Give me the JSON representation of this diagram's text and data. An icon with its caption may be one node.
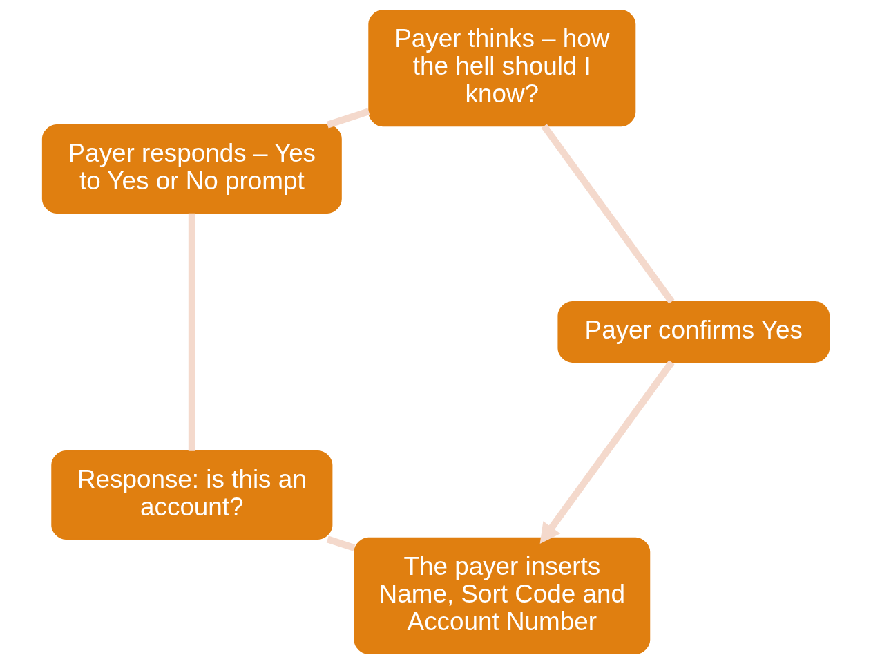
{
  "diagram": {
    "nodes": [
      {
        "text": [
          "The payer inserts Name, Sort Code and Account Number"
        ]
      },
      {
        "text": [
          "Response: is this an account?"
        ]
      },
      {
        "text": [
          "Payer responds – Yes to Yes or No prompt"
        ]
      },
      {
        "text": [
          "Payer thinks – how the hell should I know?"
        ]
      },
      {
        "text": [
          "Payer confirms Yes"
        ]
      }
    ],
    "edges": [
      {
        "from": 0,
        "to": 1,
        "arrow": "none"
      },
      {
        "from": 1,
        "to": 2,
        "arrow": "none"
      },
      {
        "from": 2,
        "to": 3,
        "arrow": "none"
      },
      {
        "from": 3,
        "to": 4,
        "arrow": "none"
      },
      {
        "from": 4,
        "to": 0,
        "arrow": "to"
      }
    ]
  }
}
